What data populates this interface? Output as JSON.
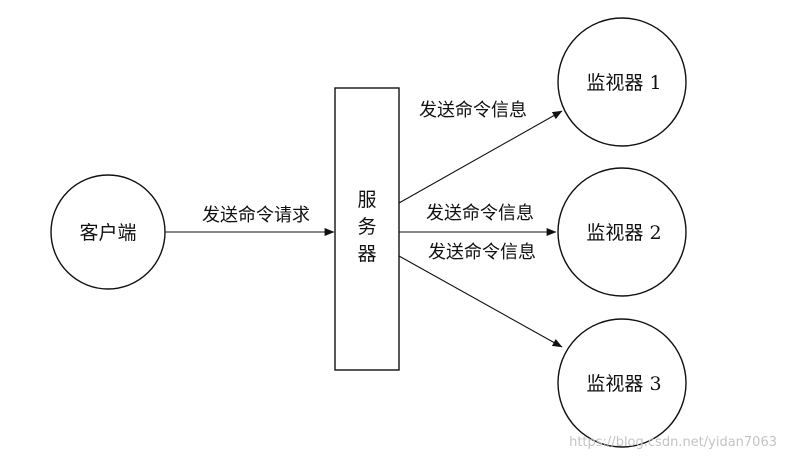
{
  "diagram": {
    "client": {
      "label": "客户端"
    },
    "server": {
      "label_chars": [
        "服",
        "务",
        "器"
      ]
    },
    "monitors": [
      {
        "label": "监视器 1"
      },
      {
        "label": "监视器 2"
      },
      {
        "label": "监视器 3"
      }
    ],
    "edges": {
      "client_to_server": {
        "label": "发送命令请求"
      },
      "server_to_monitor_1": {
        "label": "发送命令信息"
      },
      "server_to_monitor_2": {
        "label": "发送命令信息"
      },
      "server_to_monitor_3": {
        "label": "发送命令信息"
      }
    }
  },
  "watermark": "https://blog.csdn.net/yidan7063",
  "colors": {
    "line": "#111111",
    "background": "#ffffff",
    "watermark": "#c4c4c4"
  }
}
